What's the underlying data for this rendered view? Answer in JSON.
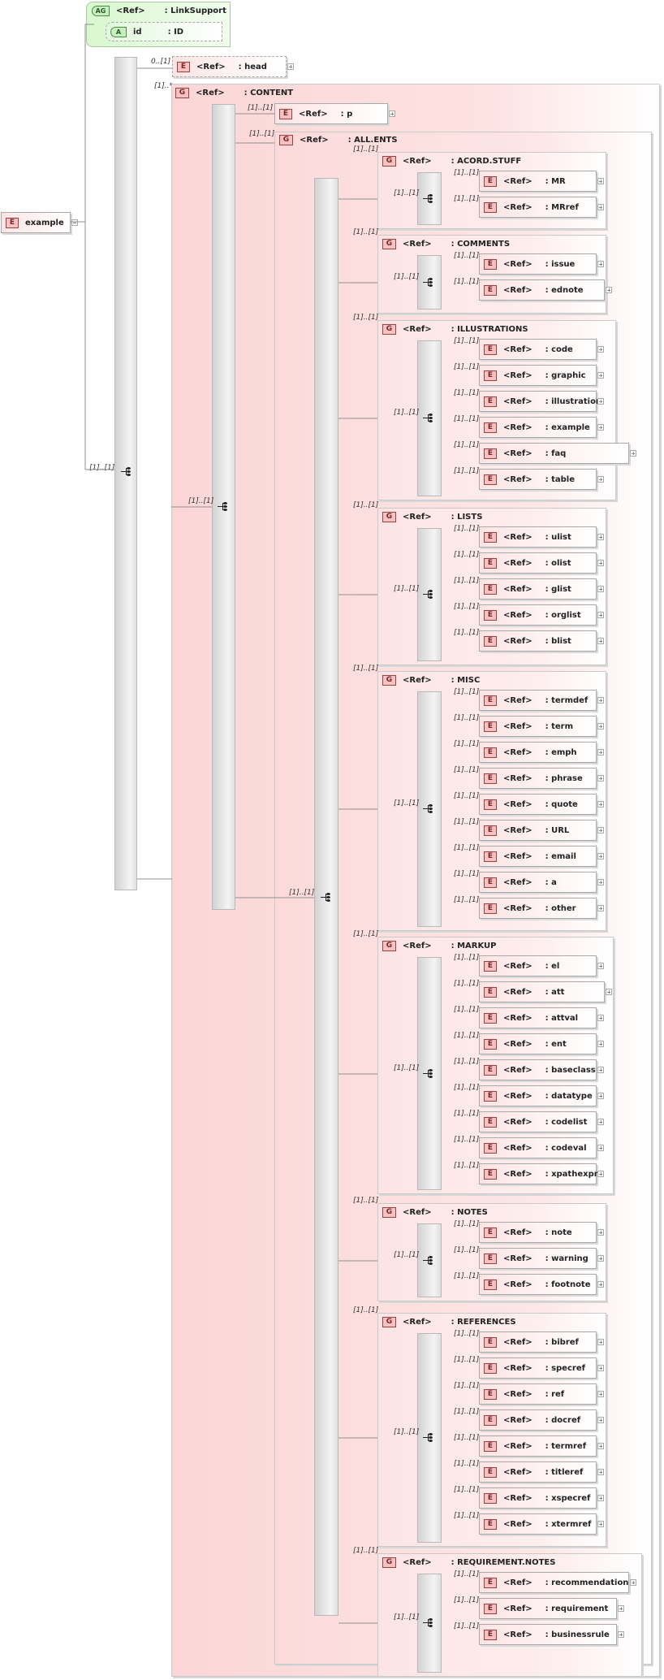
{
  "root": {
    "badge": "E",
    "name": "example"
  },
  "attribute_group": {
    "badge": "AG",
    "ref": "<Ref>",
    "name": ": LinkSupport",
    "attribute": {
      "badge": "A",
      "name": "id",
      "type": ": ID"
    }
  },
  "content_root": {
    "badge": "G",
    "ref": "<Ref>",
    "name": ": CONTENT",
    "card": "[1]..*"
  },
  "seq_root_card": "[1]..[1]",
  "head": {
    "badge": "E",
    "ref": "<Ref>",
    "name": ": head",
    "card": "0..[1]"
  },
  "p": {
    "badge": "E",
    "ref": "<Ref>",
    "name": ": p",
    "card": "[1]..[1]"
  },
  "content_seq_card": "[1]..[1]",
  "all_ents": {
    "badge": "G",
    "ref": "<Ref>",
    "name": ": ALL.ENTS",
    "card": "[1]..[1]"
  },
  "all_ents_seq_card": "[1]..[1]",
  "groups": [
    {
      "badge": "G",
      "ref": "<Ref>",
      "name": ": ACORD.STUFF",
      "card": "[1]..[1]",
      "seq_card": "[1]..[1]",
      "items": [
        {
          "name": ": MR",
          "card": "[1]..[1]"
        },
        {
          "name": ": MRref",
          "card": "[1]..[1]"
        }
      ]
    },
    {
      "badge": "G",
      "ref": "<Ref>",
      "name": ": COMMENTS",
      "card": "[1]..[1]",
      "seq_card": "[1]..[1]",
      "items": [
        {
          "name": ": issue",
          "card": "[1]..[1]"
        },
        {
          "name": ": ednote",
          "card": "[1]..[1]"
        }
      ]
    },
    {
      "badge": "G",
      "ref": "<Ref>",
      "name": ": ILLUSTRATIONS",
      "card": "[1]..[1]",
      "seq_card": "[1]..[1]",
      "items": [
        {
          "name": ": code",
          "card": "[1]..[1]"
        },
        {
          "name": ": graphic",
          "card": "[1]..[1]"
        },
        {
          "name": ": illustration",
          "card": "[1]..[1]"
        },
        {
          "name": ": example",
          "card": "[1]..[1]"
        },
        {
          "name": ": faq",
          "card": "[1]..[1]"
        },
        {
          "name": ": table",
          "card": "[1]..[1]"
        }
      ]
    },
    {
      "badge": "G",
      "ref": "<Ref>",
      "name": ": LISTS",
      "card": "[1]..[1]",
      "seq_card": "[1]..[1]",
      "items": [
        {
          "name": ": ulist",
          "card": "[1]..[1]"
        },
        {
          "name": ": olist",
          "card": "[1]..[1]"
        },
        {
          "name": ": glist",
          "card": "[1]..[1]"
        },
        {
          "name": ": orglist",
          "card": "[1]..[1]"
        },
        {
          "name": ": blist",
          "card": "[1]..[1]"
        }
      ]
    },
    {
      "badge": "G",
      "ref": "<Ref>",
      "name": ": MISC",
      "card": "[1]..[1]",
      "seq_card": "[1]..[1]",
      "items": [
        {
          "name": ": termdef",
          "card": "[1]..[1]"
        },
        {
          "name": ": term",
          "card": "[1]..[1]"
        },
        {
          "name": ": emph",
          "card": "[1]..[1]"
        },
        {
          "name": ": phrase",
          "card": "[1]..[1]"
        },
        {
          "name": ": quote",
          "card": "[1]..[1]"
        },
        {
          "name": ": URL",
          "card": "[1]..[1]"
        },
        {
          "name": ": email",
          "card": "[1]..[1]"
        },
        {
          "name": ": a",
          "card": "[1]..[1]"
        },
        {
          "name": ": other",
          "card": "[1]..[1]"
        }
      ]
    },
    {
      "badge": "G",
      "ref": "<Ref>",
      "name": ": MARKUP",
      "card": "[1]..[1]",
      "seq_card": "[1]..[1]",
      "items": [
        {
          "name": ": el",
          "card": "[1]..[1]"
        },
        {
          "name": ": att",
          "card": "[1]..[1]"
        },
        {
          "name": ": attval",
          "card": "[1]..[1]"
        },
        {
          "name": ": ent",
          "card": "[1]..[1]"
        },
        {
          "name": ": baseclass",
          "card": "[1]..[1]"
        },
        {
          "name": ": datatype",
          "card": "[1]..[1]"
        },
        {
          "name": ": codelist",
          "card": "[1]..[1]"
        },
        {
          "name": ": codeval",
          "card": "[1]..[1]"
        },
        {
          "name": ": xpathexpr",
          "card": "[1]..[1]"
        }
      ]
    },
    {
      "badge": "G",
      "ref": "<Ref>",
      "name": ": NOTES",
      "card": "[1]..[1]",
      "seq_card": "[1]..[1]",
      "items": [
        {
          "name": ": note",
          "card": "[1]..[1]"
        },
        {
          "name": ": warning",
          "card": "[1]..[1]"
        },
        {
          "name": ": footnote",
          "card": "[1]..[1]"
        }
      ]
    },
    {
      "badge": "G",
      "ref": "<Ref>",
      "name": ": REFERENCES",
      "card": "[1]..[1]",
      "seq_card": "[1]..[1]",
      "items": [
        {
          "name": ": bibref",
          "card": "[1]..[1]"
        },
        {
          "name": ": specref",
          "card": "[1]..[1]"
        },
        {
          "name": ": ref",
          "card": "[1]..[1]"
        },
        {
          "name": ": docref",
          "card": "[1]..[1]"
        },
        {
          "name": ": termref",
          "card": "[1]..[1]"
        },
        {
          "name": ": titleref",
          "card": "[1]..[1]"
        },
        {
          "name": ": xspecref",
          "card": "[1]..[1]"
        },
        {
          "name": ": xtermref",
          "card": "[1]..[1]"
        }
      ]
    },
    {
      "badge": "G",
      "ref": "<Ref>",
      "name": ": REQUIREMENT.NOTES",
      "card": "[1]..[1]",
      "seq_card": "[1]..[1]",
      "items": [
        {
          "name": ": recommendation",
          "card": "[1]..[1]"
        },
        {
          "name": ": requirement",
          "card": "[1]..[1]"
        },
        {
          "name": ": businessrule",
          "card": "[1]..[1]"
        }
      ]
    }
  ],
  "element_badge": "E",
  "element_ref": "<Ref>"
}
